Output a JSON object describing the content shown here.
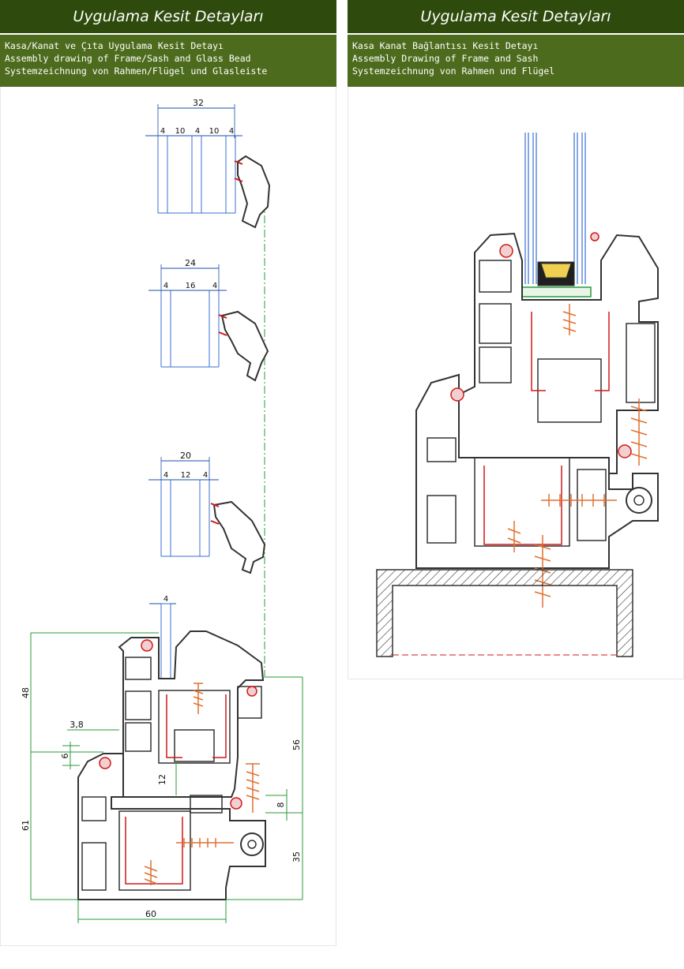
{
  "left": {
    "title": "Uygulama Kesit Detayları",
    "subtitle_tr": "Kasa/Kanat ve Çıta Uygulama Kesit Detayı",
    "subtitle_en": "Assembly drawing of Frame/Sash and Glass Bead",
    "subtitle_de": "Systemzeichnung von Rahmen/Flügel und Glasleiste",
    "glass1": {
      "total": "32",
      "parts": [
        "4",
        "10",
        "4",
        "10",
        "4"
      ]
    },
    "glass2": {
      "total": "24",
      "parts": [
        "4",
        "16",
        "4"
      ]
    },
    "glass3": {
      "total": "20",
      "parts": [
        "4",
        "12",
        "4"
      ]
    },
    "glass4": {
      "total": "4"
    },
    "dims": {
      "d48": "48",
      "d3_8": "3,8",
      "d6": "6",
      "d61": "61",
      "d12": "12",
      "d56": "56",
      "d8": "8",
      "d35": "35",
      "d60": "60"
    }
  },
  "right": {
    "title": "Uygulama Kesit Detayları",
    "subtitle_tr": "Kasa Kanat Bağlantısı Kesit Detayı",
    "subtitle_en": "Assembly Drawing of Frame and Sash",
    "subtitle_de": "Systemzeichnung von Rahmen und Flügel"
  },
  "colors": {
    "header_dark": "#2e4a0c",
    "header_light": "#4d6b1d",
    "profile": "#333333",
    "glass": "#3a6fd0",
    "dimension": "#2a9a3a",
    "gasket": "#d01818",
    "screw": "#e07030"
  }
}
